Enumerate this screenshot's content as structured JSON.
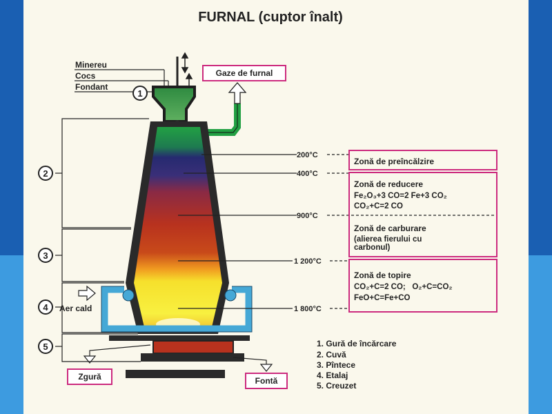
{
  "title": "FURNAL (cuptor înalt)",
  "inputs": [
    "Minereu",
    "Cocs",
    "Fondant"
  ],
  "gas_label": "Gaze de furnal",
  "hot_air_label": "Aer cald",
  "slag_label": "Zgură",
  "iron_label": "Fontă",
  "temperatures": [
    "200°C",
    "400°C",
    "900°C",
    "1 200°C",
    "1 800°C"
  ],
  "zones": [
    {
      "name": "Zonă de preîncălzire",
      "lines": []
    },
    {
      "name": "Zonă de reducere",
      "lines": [
        "Fe₂O₃+3 CO=2 Fe+3 CO₂",
        "CO₂+C=2 CO"
      ]
    },
    {
      "name": "Zonă de carburare",
      "lines": [
        "(alierea fierului cu",
        "carbonul)"
      ]
    },
    {
      "name": "Zonă de topire",
      "lines": [
        "CO₂+C=2 CO;   O₂+C=CO₂",
        "FeO+C=Fe+CO"
      ]
    }
  ],
  "part_numbers": [
    "1",
    "2",
    "3",
    "4",
    "5"
  ],
  "legend": [
    "1. Gură de încărcare",
    "2. Cuvă",
    "3. Pîntece",
    "4. Etalaj",
    "5. Creuzet"
  ],
  "colors": {
    "green_top": "#22a043",
    "navy": "#262a70",
    "red_zone": "#b8321e",
    "orange_zone": "#e07018",
    "yellow_zone": "#f6f030",
    "pipe_blue": "#45a8d6",
    "magenta_box": "#cc2a7e",
    "wall": "#2a2a2a"
  }
}
